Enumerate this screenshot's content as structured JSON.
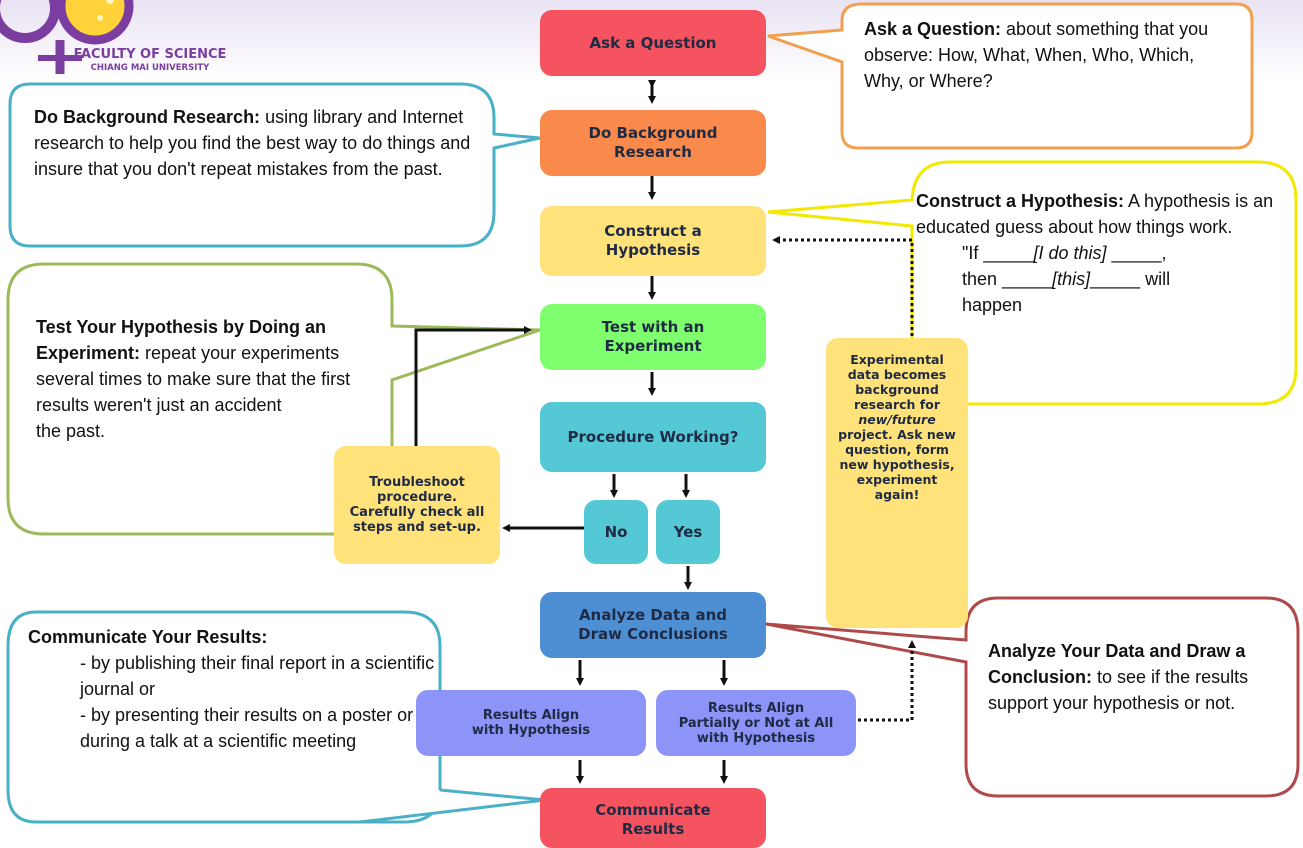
{
  "logo": {
    "line1": "FACULTY OF SCIENCE",
    "line2": "CHIANG MAI UNIVERSITY"
  },
  "nodes": {
    "ask": "Ask a Question",
    "background": "Do Background Research",
    "hypothesis": "Construct a Hypothesis",
    "test": "Test with an Experiment",
    "procedure": "Procedure Working?",
    "no": "No",
    "yes": "Yes",
    "troubleshoot": "Troubleshoot procedure. Carefully check all steps and set-up.",
    "analyze": "Analyze Data and Draw Conclusions",
    "align_yes": "Results Align with Hypothesis",
    "align_partial_l1": "Results Align",
    "align_partial_l2": "Partially or Not at All",
    "align_partial_l3": "with Hypothesis",
    "communicate": "Communicate Results",
    "experimental_data": "Experimental data becomes background research for",
    "experimental_data_em": "new/future",
    "experimental_data_end": "project. Ask new question, form new hypothesis, experiment again!"
  },
  "callouts": {
    "ask": {
      "title": "Ask a Question:",
      "body": "about something that you observe: How, What, When, Who, Which, Why, or Where?"
    },
    "background": {
      "title": "Do Background Research:",
      "body": "using library and Internet research to help you find the best way to do things and insure that you don't repeat mistakes from the past."
    },
    "hypothesis": {
      "title": "Construct a Hypothesis:",
      "body": "A hypothesis is an educated guess about how things work.",
      "if_pre": "\"If _____",
      "if_em": "[I do this]",
      "if_post": " _____,",
      "then_pre": "then _____",
      "then_em": "[this]",
      "then_post": "_____ will",
      "happen": "happen"
    },
    "test": {
      "title": "Test Your Hypothesis by Doing an Experiment:",
      "body": "repeat your experiments several times to make sure that the first results weren't just an accident",
      "extra": "the past."
    },
    "communicate": {
      "title": "Communicate Your Results:",
      "item1": "- by publishing their final report in a scientific journal or",
      "item2": "- by presenting their results on a poster or during a talk at a scientific meeting"
    },
    "analyze": {
      "title": "Analyze Your Data and Draw a Conclusion:",
      "body": "to see if the results support your hypothesis or not."
    }
  },
  "colors": {
    "red": "#f4535f",
    "orange": "#f98a4c",
    "yellow": "#ffe27a",
    "green": "#7fff6e",
    "cyan": "#55c8d6",
    "blue": "#4e8fd4",
    "lavender": "#8c94f8",
    "callout_orange": "#f0a050",
    "callout_teal": "#4ab0c8",
    "callout_yellow": "#f2e800",
    "callout_green": "#9dba5a",
    "callout_red": "#b04a4a",
    "logo_purple": "#7b3ea0"
  }
}
